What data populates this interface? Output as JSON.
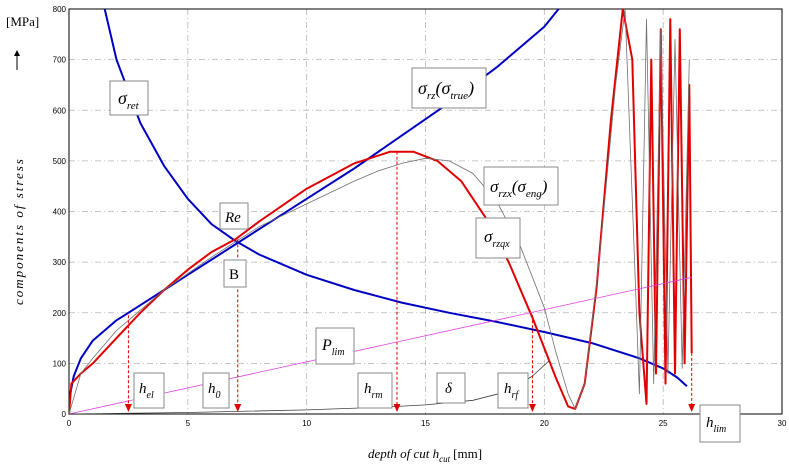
{
  "chart_data": {
    "type": "line",
    "xlabel_main": "depth of cut h",
    "xlabel_sub": "cut",
    "xlabel_unit": "[mm]",
    "ylabel": "components of stress",
    "yunit": "[MPa]",
    "xlim": [
      0,
      30
    ],
    "ylim": [
      0,
      800
    ],
    "xticks": [
      "0",
      "5",
      "10",
      "15",
      "20",
      "25",
      "30"
    ],
    "yticks": [
      "0",
      "100",
      "200",
      "300",
      "400",
      "500",
      "600",
      "700",
      "800"
    ],
    "grid": true,
    "series": [
      {
        "name": "σ_ret",
        "color": "#0000c0",
        "x": [
          1.5,
          2,
          3,
          4,
          5,
          6,
          7,
          8,
          10,
          12,
          14,
          16,
          18,
          20,
          22,
          24,
          25,
          25.6,
          26.0
        ],
        "y": [
          800,
          700,
          575,
          490,
          425,
          375,
          342,
          315,
          275,
          245,
          220,
          200,
          182,
          162,
          140,
          110,
          90,
          72,
          55
        ]
      },
      {
        "name": "σ_rz(σ_true)",
        "color": "#0000c0",
        "x": [
          0,
          0.05,
          0.2,
          0.5,
          1,
          2,
          3,
          4,
          5,
          6,
          7,
          8,
          10,
          12,
          14,
          16,
          18,
          20,
          20.6
        ],
        "y": [
          0,
          40,
          75,
          110,
          145,
          185,
          215,
          245,
          275,
          305,
          335,
          365,
          425,
          485,
          550,
          615,
          685,
          765,
          800
        ]
      },
      {
        "name": "σ_rzqx",
        "color": "#e00000",
        "x": [
          0,
          0.1,
          0.5,
          1,
          2,
          3,
          4,
          5,
          6,
          7,
          8,
          10,
          12,
          13.5,
          14.5,
          15.5,
          16.5,
          17.5,
          18.5,
          19.5,
          20.5,
          21,
          21.3,
          21.7,
          22.2,
          22.8,
          23.3,
          23.7,
          24.0,
          24.3,
          24.5,
          24.7,
          24.9,
          25.1,
          25.3,
          25.5,
          25.7,
          25.9,
          26.1,
          26.2
        ],
        "y": [
          0,
          60,
          80,
          100,
          150,
          200,
          245,
          285,
          320,
          345,
          380,
          445,
          495,
          518,
          518,
          500,
          460,
          390,
          300,
          190,
          70,
          15,
          10,
          60,
          250,
          580,
          800,
          700,
          200,
          20,
          700,
          80,
          760,
          60,
          780,
          80,
          760,
          100,
          650,
          120
        ]
      },
      {
        "name": "σ_rzx(σ_eng)",
        "color": "#707070",
        "x": [
          0,
          0.5,
          1,
          2,
          4,
          6,
          8,
          10,
          12,
          13,
          14,
          15,
          16,
          17,
          18,
          19,
          20,
          20.5,
          21,
          21.3,
          21.7,
          22.3,
          23,
          23.4,
          23.8,
          24.0,
          24.3,
          24.6,
          24.9,
          25.2,
          25.5,
          25.8,
          26.1
        ],
        "y": [
          0,
          80,
          110,
          165,
          245,
          310,
          370,
          415,
          460,
          480,
          495,
          505,
          500,
          475,
          420,
          330,
          210,
          120,
          40,
          10,
          60,
          300,
          650,
          800,
          300,
          40,
          780,
          60,
          760,
          80,
          740,
          90,
          700
        ]
      },
      {
        "name": "P_lim",
        "color": "#e040e0",
        "x": [
          0,
          26.2
        ],
        "y": [
          0,
          270
        ]
      },
      {
        "name": "δ",
        "color": "#404040",
        "x": [
          0,
          5,
          10,
          13,
          15,
          17,
          18.5,
          19.5,
          20.2
        ],
        "y": [
          0,
          3,
          8,
          13,
          18,
          27,
          45,
          75,
          105
        ]
      }
    ],
    "markers": [
      {
        "label": "h_el",
        "x": 2.5,
        "y": 195
      },
      {
        "label": "h_0",
        "x": 7.1,
        "y": 345
      },
      {
        "label": "h_rm",
        "x": 13.8,
        "y": 518
      },
      {
        "label": "h_rf",
        "x": 19.5,
        "y": 195
      },
      {
        "label": "h_lim",
        "x": 26.2,
        "y": 190
      }
    ],
    "annotations": [
      {
        "text": "σ",
        "sub": "ret"
      },
      {
        "text": "σ",
        "sub": "rz",
        "paren": "(σ",
        "paren_sub": "true",
        "close": ")"
      },
      {
        "text": "Re"
      },
      {
        "text": "B"
      },
      {
        "text": "σ",
        "sub": "rzx",
        "paren": "(σ",
        "paren_sub": "eng",
        "close": ")"
      },
      {
        "text": "σ",
        "sub": "rzqx"
      },
      {
        "text": "P",
        "sub": "lim"
      },
      {
        "text": "h",
        "sub": "el"
      },
      {
        "text": "h",
        "sub": "0"
      },
      {
        "text": "h",
        "sub": "rm"
      },
      {
        "text": "δ"
      },
      {
        "text": "h",
        "sub": "rf"
      },
      {
        "text": "h",
        "sub": "lim"
      }
    ]
  }
}
